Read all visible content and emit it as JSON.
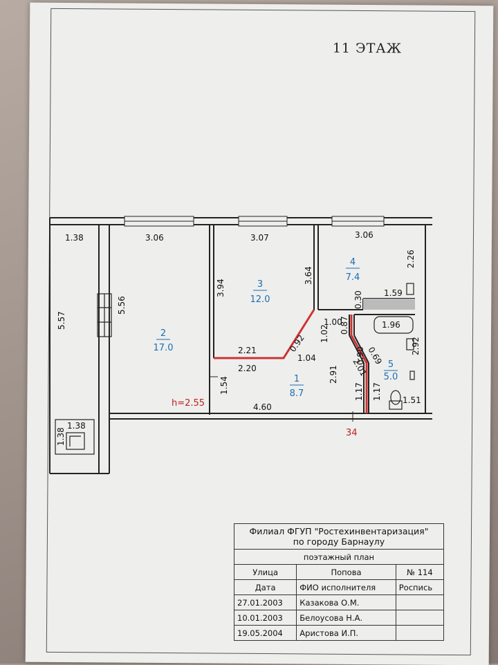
{
  "floor_title": "11 ЭТАЖ",
  "ceiling_height": "h=2.55",
  "apartment_number": "34",
  "rooms": [
    {
      "id": "1",
      "area": "8.7"
    },
    {
      "id": "2",
      "area": "17.0"
    },
    {
      "id": "3",
      "area": "12.0"
    },
    {
      "id": "4",
      "area": "7.4"
    },
    {
      "id": "5",
      "area": "5.0"
    }
  ],
  "dimensions": {
    "balcony_top": "1.38",
    "room2_top": "3.06",
    "room3_top": "3.07",
    "room4_top": "3.06",
    "balcony_side": "5.57",
    "room2_side": "5.56",
    "room3_side": "3.94",
    "room3_side_right": "3.64",
    "room4_right": "2.26",
    "bath_width": "1.59",
    "d_030": "0.30",
    "d_087": "0.87",
    "d_100": "1.00",
    "bathtub": "1.96",
    "d_102": "1.02",
    "d_092": "0.92",
    "d_221": "2.21",
    "d_104": "1.04",
    "d_220": "2.20",
    "d_090": "0.90",
    "d_291": "2.91",
    "d_201": "2.01",
    "d_069": "0.69",
    "d_292": "2.92",
    "hall_left": "1.54",
    "hall_bottom": "4.60",
    "d_117a": "1.17",
    "d_117b": "1.17",
    "d_151": "1.51",
    "storage_w": "1.38",
    "storage_h": "1.38"
  },
  "stamp": {
    "org_line1": "Филиал ФГУП \"Ростехинвентаризация\"",
    "org_line2": "по городу Барнаулу",
    "plan_title": "поэтажный план",
    "street_label": "Улица",
    "street_value": "Попова",
    "number_label": "№ 114",
    "date_label": "Дата",
    "executor_label": "ФИО исполнителя",
    "sign_label": "Роспись",
    "rows": [
      {
        "date": "27.01.2003",
        "name": "Казакова О.М."
      },
      {
        "date": "10.01.2003",
        "name": "Белоусова Н.А."
      },
      {
        "date": "19.05.2004",
        "name": "Аристова И.П."
      }
    ]
  }
}
